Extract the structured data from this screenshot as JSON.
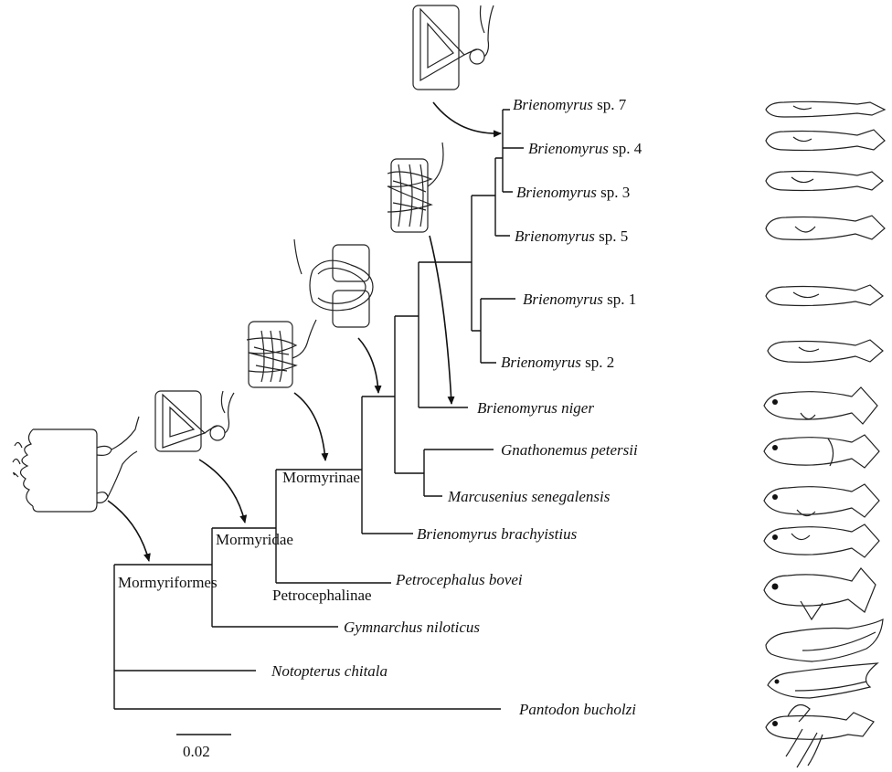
{
  "tree": {
    "clades": {
      "mormyriformes": "Mormyriformes",
      "mormyridae": "Mormyridae",
      "mormyrinae": "Mormyrinae",
      "petrocephalinae": "Petrocephalinae"
    },
    "taxa": [
      {
        "id": "b7",
        "genus": "Brienomyrus",
        "rest": " sp. 7"
      },
      {
        "id": "b4",
        "genus": "Brienomyrus",
        "rest": " sp. 4"
      },
      {
        "id": "b3",
        "genus": "Brienomyrus",
        "rest": " sp. 3"
      },
      {
        "id": "b5",
        "genus": "Brienomyrus",
        "rest": " sp. 5"
      },
      {
        "id": "b1",
        "genus": "Brienomyrus",
        "rest": " sp. 1"
      },
      {
        "id": "b2",
        "genus": "Brienomyrus",
        "rest": " sp. 2"
      },
      {
        "id": "bniger",
        "genus": "Brienomyrus niger",
        "rest": ""
      },
      {
        "id": "gpet",
        "genus": "Gnathonemus petersii",
        "rest": ""
      },
      {
        "id": "msen",
        "genus": "Marcusenius senegalensis",
        "rest": ""
      },
      {
        "id": "bbra",
        "genus": "Brienomyrus brachyistius",
        "rest": ""
      },
      {
        "id": "pbov",
        "genus": "Petrocephalus bovei",
        "rest": ""
      },
      {
        "id": "gnil",
        "genus": "Gymnarchus niloticus",
        "rest": ""
      },
      {
        "id": "nchi",
        "genus": "Notopterus chitala",
        "rest": ""
      },
      {
        "id": "pbuc",
        "genus": "Pantodon bucholzi",
        "rest": ""
      }
    ],
    "scale_bar_label": "0.02"
  },
  "icons": [
    "electrocyte-penetrating-stalk-icon",
    "electrocyte-nonpenetrating-stalk-icon",
    "electrocyte-folded-stalk-icon",
    "fish-silhouette-icon"
  ]
}
